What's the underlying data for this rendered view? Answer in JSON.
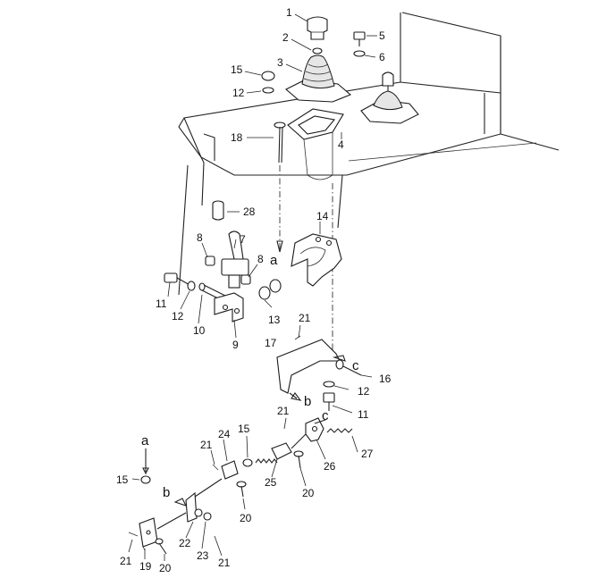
{
  "diagram": {
    "callouts": {
      "c1": "1",
      "c2": "2",
      "c3": "3",
      "c4": "4",
      "c5": "5",
      "c6": "6",
      "c7": "7",
      "c8a": "8",
      "c8b": "8",
      "c9": "9",
      "c10": "10",
      "c11a": "11",
      "c11b": "11",
      "c12a": "12",
      "c12b": "12",
      "c12c": "12",
      "c13": "13",
      "c14": "14",
      "c15a": "15",
      "c15b": "15",
      "c15c": "15",
      "c16": "16",
      "c17": "17",
      "c18": "18",
      "c19": "19",
      "c20a": "20",
      "c20b": "20",
      "c20c": "20",
      "c21a": "21",
      "c21b": "21",
      "c21c": "21",
      "c21d": "21",
      "c21e": "21",
      "c22": "22",
      "c23": "23",
      "c24": "24",
      "c25": "25",
      "c26": "26",
      "c27": "27",
      "c28": "28"
    },
    "markers": {
      "a_top": "a",
      "a_bottom": "a",
      "b_mid": "b",
      "b_bottom": "b",
      "c_right": "c",
      "c_mid": "c"
    }
  }
}
